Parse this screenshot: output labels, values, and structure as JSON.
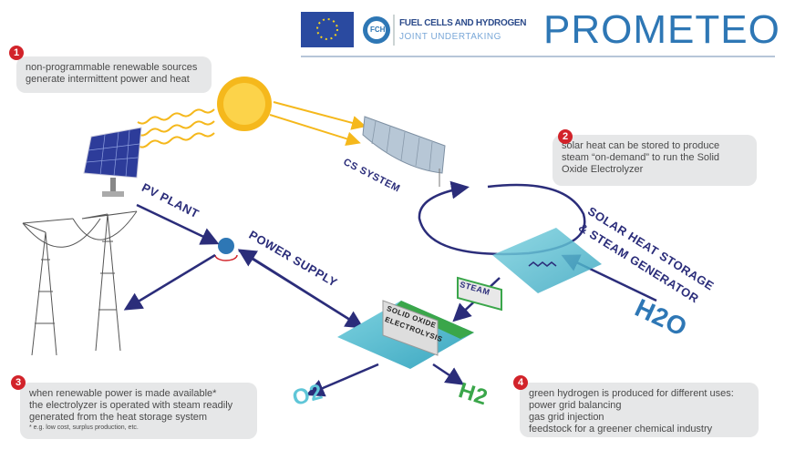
{
  "header": {
    "eu_flag_icon": "eu-flag",
    "fch_logo_text": "FCH",
    "fch_line1": "FUEL CELLS AND HYDROGEN",
    "fch_line2": "JOINT UNDERTAKING",
    "project_title": "PROMETEO"
  },
  "steps": [
    {
      "num": "1",
      "lines": [
        "non-programmable renewable sources",
        "generate intermittent power and heat"
      ]
    },
    {
      "num": "2",
      "lines": [
        "solar heat can be stored to produce",
        "steam “on-demand” to run the Solid",
        "Oxide Electrolyzer"
      ]
    },
    {
      "num": "3",
      "lines": [
        "when renewable power is made available*",
        "the electrolyzer is operated with steam readily",
        "generated from the heat storage system"
      ],
      "note": "* e.g. low cost, surplus production, etc."
    },
    {
      "num": "4",
      "lines": [
        "green hydrogen is produced for different uses:",
        "power grid balancing",
        "gas grid injection",
        "feedstock for a greener chemical industry"
      ]
    }
  ],
  "labels": {
    "pv_plant": "PV PLANT",
    "cs_system": "CS SYSTEM",
    "power_supply": "POWER SUPPLY",
    "heat_storage_1": "SOLAR HEAT STORAGE",
    "heat_storage_2": "& STEAM GENERATOR",
    "steam": "STEAM",
    "soe_1": "SOLID OXIDE",
    "soe_2": "ELECTROLYSIS",
    "h2o": "H2O",
    "o2": "O2",
    "h2": "H2"
  },
  "colors": {
    "navy": "#2b2d7a",
    "blue": "#2e77b5",
    "red": "#d2232a",
    "sun": "#f5b81c",
    "green": "#3aa64a",
    "teal": "#5fc6d8"
  }
}
